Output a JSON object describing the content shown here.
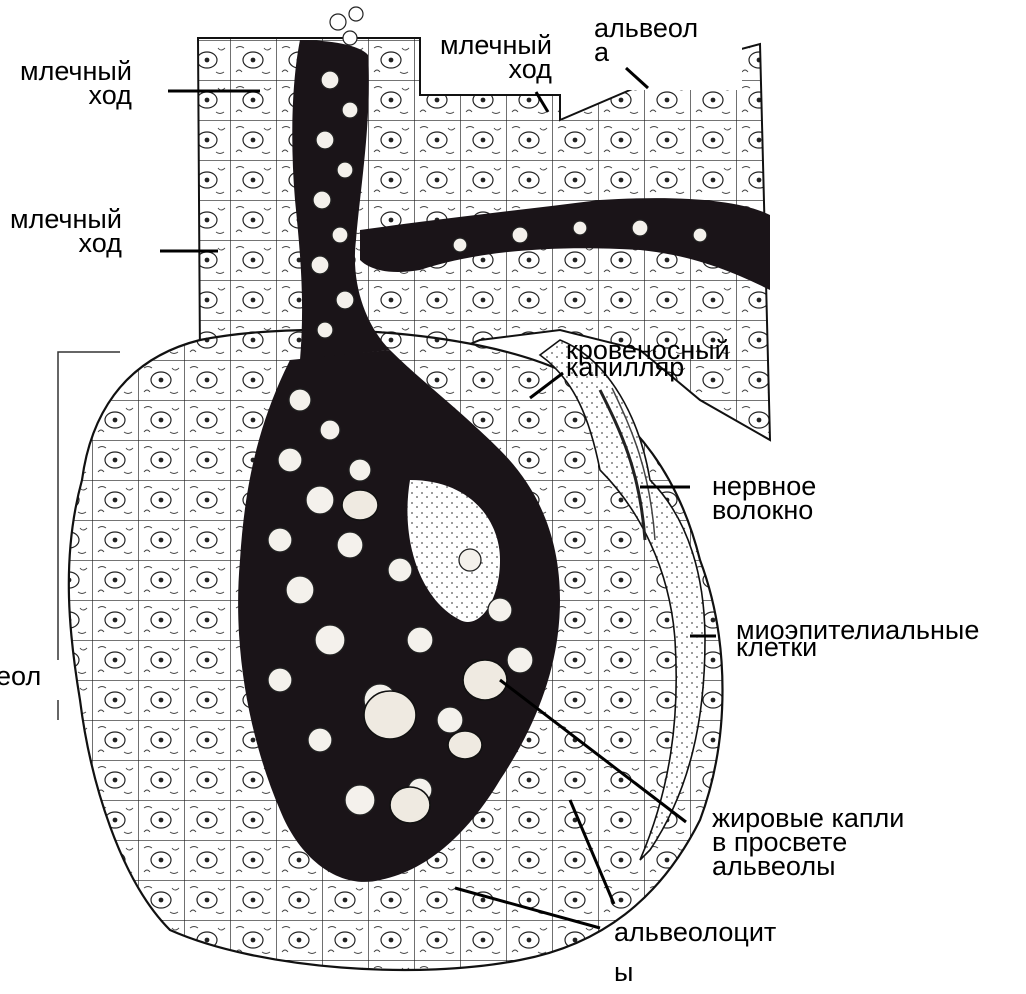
{
  "labels": {
    "milk_duct_top_left": {
      "line1": "млечный",
      "line2": "ход"
    },
    "milk_duct_top_mid": {
      "line1": "млечный",
      "line2": "ход"
    },
    "alveola_top": {
      "line1": "альвеол",
      "line2": "а"
    },
    "milk_duct_mid_left": {
      "line1": "млечный",
      "line2": "ход"
    },
    "capillary": {
      "line1": "кровеносный",
      "line2": "капилляр"
    },
    "nerve_fiber": {
      "line1": "нервное",
      "line2": "волокно"
    },
    "myoepithelial": {
      "line1": "миоэпителиальные",
      "line2": "клетки"
    },
    "alveola_left_partial": "еол",
    "fat_droplets": {
      "line1": "жировые капли",
      "line2": "в просвете",
      "line3": "альвеолы"
    },
    "alveolocytes": {
      "line1": "альвеолоцит",
      "line2": "ы"
    }
  },
  "colors": {
    "ink": "#000000",
    "stain": "#1a1418",
    "background": "#ffffff"
  }
}
